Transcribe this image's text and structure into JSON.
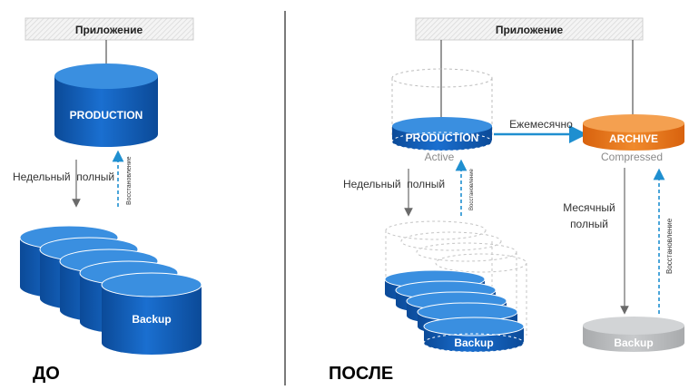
{
  "left": {
    "app_label": "Приложение",
    "production_label": "PRODUCTION",
    "weekly_full_label": "Недельный  полный",
    "restore_label": "Восстановление",
    "backup_label": "Backup",
    "caption": "ДО"
  },
  "right": {
    "app_label": "Приложение",
    "production_label": "PRODUCTION",
    "production_sublabel": "Active",
    "monthly_arrow_label": "Ежемесячно",
    "archive_label": "ARCHIVE",
    "archive_sublabel": "Compressed",
    "weekly_full_label": "Недельный  полный",
    "restore_label_small": "Восстановление",
    "monthly_full_line1": "Месячный",
    "monthly_full_line2": "полный",
    "restore_label_archive": "Восстановление",
    "backup_label": "Backup",
    "backup_archive_label": "Backup",
    "caption": "ПОСЛЕ"
  },
  "colors": {
    "blue_dark": "#0d4f9e",
    "blue_mid": "#1a6fd0",
    "blue_light": "#3a8fe0",
    "orange": "#e8741c",
    "gray_cyl": "#b7b9bb",
    "dashed_blue": "#1f8fd0",
    "text": "#333333",
    "sub_text": "#8a8a8a"
  }
}
